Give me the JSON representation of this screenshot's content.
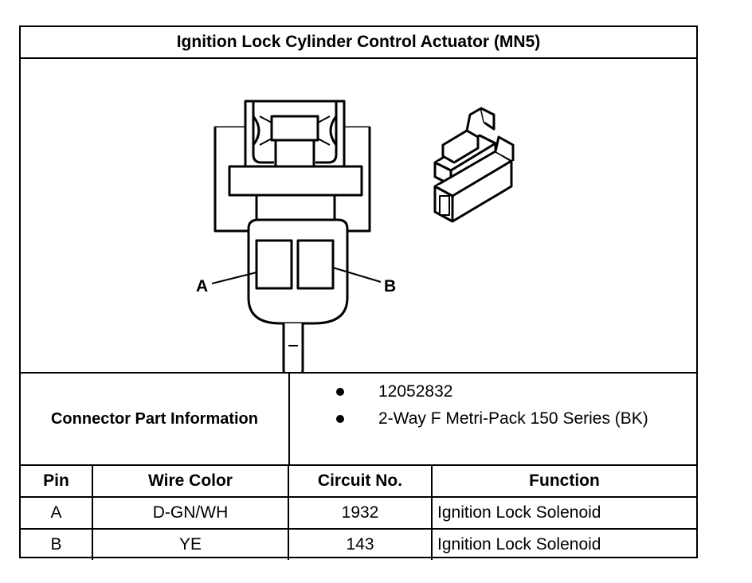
{
  "header": {
    "title": "Ignition Lock Cylinder Control Actuator (MN5)"
  },
  "figure": {
    "pin_labels": {
      "a": "A",
      "b": "B"
    },
    "icons": [
      "connector-face-view-icon",
      "connector-isometric-view-icon"
    ]
  },
  "connector_info": {
    "label": "Connector Part Information",
    "items": [
      "12052832",
      "2-Way F Metri-Pack 150 Series (BK)"
    ]
  },
  "pin_table": {
    "headers": [
      "Pin",
      "Wire Color",
      "Circuit No.",
      "Function"
    ],
    "rows": [
      [
        "A",
        "D-GN/WH",
        "1932",
        "Ignition Lock Solenoid"
      ],
      [
        "B",
        "YE",
        "143",
        "Ignition Lock Solenoid"
      ]
    ]
  }
}
